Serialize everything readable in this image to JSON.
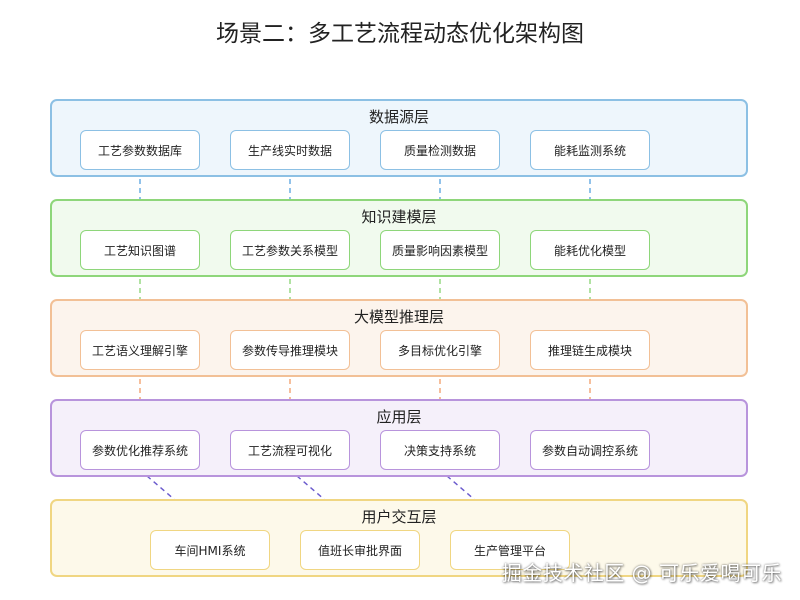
{
  "title": "场景二：多工艺流程动态优化架构图",
  "colors": {
    "data_source": {
      "border": "#8cc0e4",
      "bg": "#eef6fc",
      "line": "#62a8e2"
    },
    "knowledge": {
      "border": "#8ed67a",
      "bg": "#f1faee",
      "line": "#8ed67a"
    },
    "model": {
      "border": "#f2c096",
      "bg": "#fcf4ed",
      "line": "#f2a472"
    },
    "application": {
      "border": "#b894dc",
      "bg": "#f5f0fa",
      "line": "#6a5acd"
    },
    "user": {
      "border": "#f0d682",
      "bg": "#fdf9ea"
    }
  },
  "layers": {
    "data_source": {
      "title": "数据源层",
      "items": [
        "工艺参数数据库",
        "生产线实时数据",
        "质量检测数据",
        "能耗监测系统"
      ]
    },
    "knowledge": {
      "title": "知识建模层",
      "items": [
        "工艺知识图谱",
        "工艺参数关系模型",
        "质量影响因素模型",
        "能耗优化模型"
      ]
    },
    "model": {
      "title": "大模型推理层",
      "items": [
        "工艺语义理解引擎",
        "参数传导推理模块",
        "多目标优化引擎",
        "推理链生成模块"
      ]
    },
    "application": {
      "title": "应用层",
      "items": [
        "参数优化推荐系统",
        "工艺流程可视化",
        "决策支持系统",
        "参数自动调控系统"
      ]
    },
    "user": {
      "title": "用户交互层",
      "items": [
        "车间HMI系统",
        "值班长审批界面",
        "生产管理平台"
      ]
    }
  },
  "watermark": "掘金技术社区 @ 可乐爱喝可乐"
}
